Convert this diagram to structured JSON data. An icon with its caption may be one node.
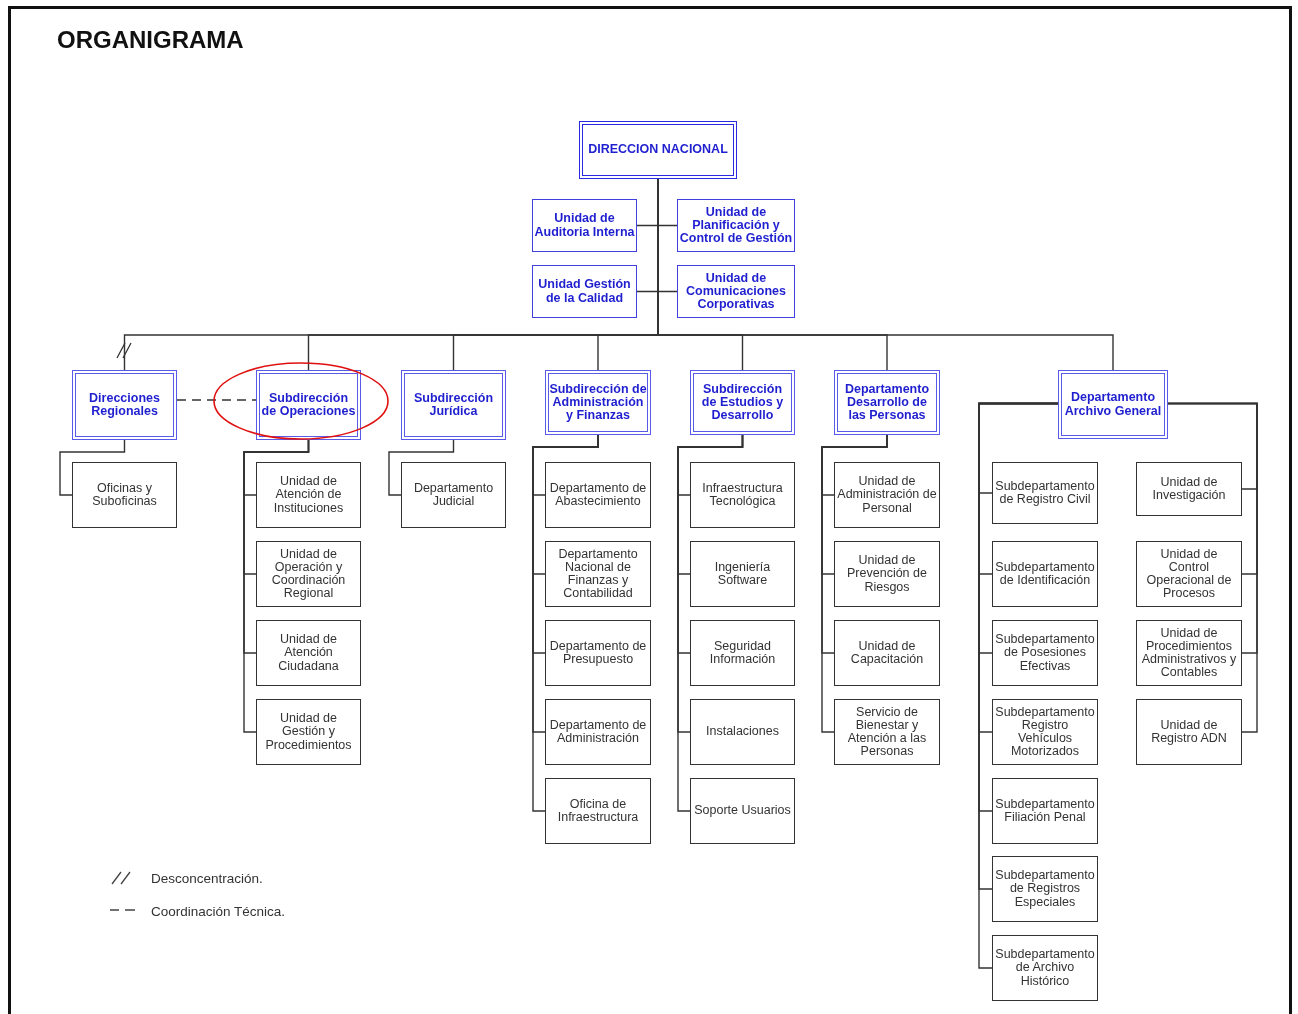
{
  "diagram": {
    "title": "ORGANIGRAMA",
    "nodes": [
      {
        "text": [
          "DIRECCION NACIONAL"
        ]
      },
      {
        "text": [
          "Unidad de Auditoria Interna"
        ]
      },
      {
        "text": [
          "Unidad de Planificación y Control de Gestión"
        ]
      },
      {
        "text": [
          "Unidad Gestión de la Calidad"
        ]
      },
      {
        "text": [
          "Unidad de Comunicaciones Corporativas"
        ]
      },
      {
        "text": [
          "Direcciones Regionales"
        ]
      },
      {
        "text": [
          "Subdirección de Operaciones"
        ]
      },
      {
        "text": [
          "Subdirección Jurídica"
        ]
      },
      {
        "text": [
          "Subdirección de Administración y Finanzas"
        ]
      },
      {
        "text": [
          "Subdirección de Estudios y Desarrollo"
        ]
      },
      {
        "text": [
          "Departamento Desarrollo de las Personas"
        ]
      },
      {
        "text": [
          "Departamento Archivo General"
        ]
      },
      {
        "text": [
          "Oficinas y Suboficinas"
        ]
      },
      {
        "text": [
          "Unidad de Atención de Instituciones"
        ]
      },
      {
        "text": [
          "Unidad de Operación y Coordinación Regional"
        ]
      },
      {
        "text": [
          "Unidad de Atención Ciudadana"
        ]
      },
      {
        "text": [
          "Unidad de Gestión y Procedimientos"
        ]
      },
      {
        "text": [
          "Departamento Judicial"
        ]
      },
      {
        "text": [
          "Departamento de Abastecimiento"
        ]
      },
      {
        "text": [
          "Departamento Nacional de Finanzas y Contabilidad"
        ]
      },
      {
        "text": [
          "Departamento de Presupuesto"
        ]
      },
      {
        "text": [
          "Departamento de Administración"
        ]
      },
      {
        "text": [
          "Oficina de Infraestructura"
        ]
      },
      {
        "text": [
          "Infraestructura Tecnológica"
        ]
      },
      {
        "text": [
          "Ingeniería Software"
        ]
      },
      {
        "text": [
          "Seguridad Información"
        ]
      },
      {
        "text": [
          "Instalaciones"
        ]
      },
      {
        "text": [
          "Soporte Usuarios"
        ]
      },
      {
        "text": [
          "Unidad de Administración de Personal"
        ]
      },
      {
        "text": [
          "Unidad de Prevención de Riesgos"
        ]
      },
      {
        "text": [
          "Unidad de Capacitación"
        ]
      },
      {
        "text": [
          "Servicio de Bienestar y Atención a las Personas"
        ]
      },
      {
        "text": [
          "Subdepartamento de Registro Civil"
        ]
      },
      {
        "text": [
          "Subdepartamento de Identificación"
        ]
      },
      {
        "text": [
          "Subdepartamento de Posesiones Efectivas"
        ]
      },
      {
        "text": [
          "Subdepartamento Registro Vehículos Motorizados"
        ]
      },
      {
        "text": [
          "Subdepartamento Filiación Penal"
        ]
      },
      {
        "text": [
          "Subdepartamento de Registros Especiales"
        ]
      },
      {
        "text": [
          "Subdepartamento de Archivo Histórico"
        ]
      },
      {
        "text": [
          "Unidad de Investigación"
        ]
      },
      {
        "text": [
          "Unidad de Control Operacional de Procesos"
        ]
      },
      {
        "text": [
          "Unidad de Procedimientos Administrativos y Contables"
        ]
      },
      {
        "text": [
          "Unidad de Registro ADN"
        ]
      }
    ],
    "edges": [
      {
        "from": 0,
        "to": 1,
        "arrow": "none"
      },
      {
        "from": 0,
        "to": 2,
        "arrow": "none"
      },
      {
        "from": 0,
        "to": 3,
        "arrow": "none"
      },
      {
        "from": 0,
        "to": 4,
        "arrow": "none"
      },
      {
        "from": 0,
        "to": 5,
        "arrow": "none"
      },
      {
        "from": 0,
        "to": 6,
        "arrow": "none"
      },
      {
        "from": 0,
        "to": 7,
        "arrow": "none"
      },
      {
        "from": 0,
        "to": 8,
        "arrow": "none"
      },
      {
        "from": 0,
        "to": 9,
        "arrow": "none"
      },
      {
        "from": 0,
        "to": 10,
        "arrow": "none"
      },
      {
        "from": 0,
        "to": 11,
        "arrow": "none"
      },
      {
        "from": 5,
        "to": 6,
        "arrow": "none",
        "style": "dashed"
      },
      {
        "from": 5,
        "to": 12,
        "arrow": "none"
      },
      {
        "from": 6,
        "to": 13,
        "arrow": "none"
      },
      {
        "from": 6,
        "to": 14,
        "arrow": "none"
      },
      {
        "from": 6,
        "to": 15,
        "arrow": "none"
      },
      {
        "from": 6,
        "to": 16,
        "arrow": "none"
      },
      {
        "from": 7,
        "to": 17,
        "arrow": "none"
      },
      {
        "from": 8,
        "to": 18,
        "arrow": "none"
      },
      {
        "from": 8,
        "to": 19,
        "arrow": "none"
      },
      {
        "from": 8,
        "to": 20,
        "arrow": "none"
      },
      {
        "from": 8,
        "to": 21,
        "arrow": "none"
      },
      {
        "from": 8,
        "to": 22,
        "arrow": "none"
      },
      {
        "from": 9,
        "to": 23,
        "arrow": "none"
      },
      {
        "from": 9,
        "to": 24,
        "arrow": "none"
      },
      {
        "from": 9,
        "to": 25,
        "arrow": "none"
      },
      {
        "from": 9,
        "to": 26,
        "arrow": "none"
      },
      {
        "from": 9,
        "to": 27,
        "arrow": "none"
      },
      {
        "from": 10,
        "to": 28,
        "arrow": "none"
      },
      {
        "from": 10,
        "to": 29,
        "arrow": "none"
      },
      {
        "from": 10,
        "to": 30,
        "arrow": "none"
      },
      {
        "from": 10,
        "to": 31,
        "arrow": "none"
      },
      {
        "from": 11,
        "to": 32,
        "arrow": "none"
      },
      {
        "from": 11,
        "to": 33,
        "arrow": "none"
      },
      {
        "from": 11,
        "to": 34,
        "arrow": "none"
      },
      {
        "from": 11,
        "to": 35,
        "arrow": "none"
      },
      {
        "from": 11,
        "to": 36,
        "arrow": "none"
      },
      {
        "from": 11,
        "to": 37,
        "arrow": "none"
      },
      {
        "from": 11,
        "to": 38,
        "arrow": "none"
      },
      {
        "from": 11,
        "to": 39,
        "arrow": "none"
      },
      {
        "from": 11,
        "to": 40,
        "arrow": "none"
      },
      {
        "from": 11,
        "to": 41,
        "arrow": "none"
      },
      {
        "from": 11,
        "to": 42,
        "arrow": "none"
      }
    ],
    "legend": [
      {
        "text": "Desconcentración."
      },
      {
        "text": "Coordinación Técnica."
      }
    ]
  }
}
